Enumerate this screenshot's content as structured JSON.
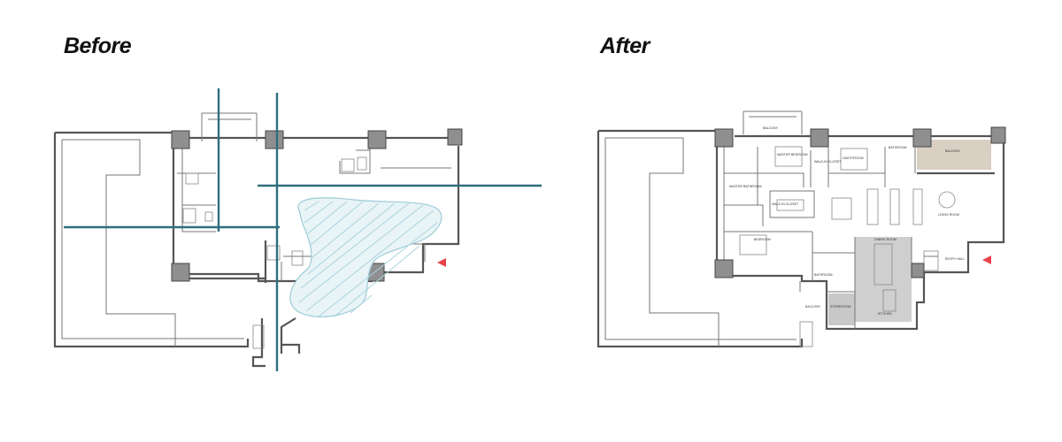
{
  "headings": {
    "before": "Before",
    "after": "After"
  },
  "colors": {
    "wall": "#555555",
    "column": "#8f8f8f",
    "axis_line": "#2e6e7e",
    "sketch_blob": "#a9d3dd",
    "entry_marker": "#e8434a",
    "balcony_fill": "#d9cfc2",
    "kitchen_fill": "#cfcfcf"
  },
  "after_rooms": {
    "balcony_top": "BALCONY",
    "master_bedroom": "MASTER BEDROOM",
    "walk_in_closet_1": "WALK-IN CLOSET",
    "guestroom": "GUESTROOM",
    "bathroom_top": "BATHROOM",
    "balcony_right": "BALCONY",
    "master_bathroom": "MASTER BATHROOM",
    "walk_in_closet_2": "WALK-IN CLOSET",
    "living_room": "LIVING ROOM",
    "bedroom": "BEDROOM",
    "bathroom": "BATHROOM",
    "dining_room": "DINING ROOM",
    "entry_hall": "ENTRY HALL",
    "storeroom": "STOREROOM",
    "kitchen": "KITCHEN",
    "balcony_bottom": "BALCONY"
  },
  "icons": {
    "entry_before": "entry-arrow-icon",
    "entry_after": "entry-arrow-icon"
  }
}
